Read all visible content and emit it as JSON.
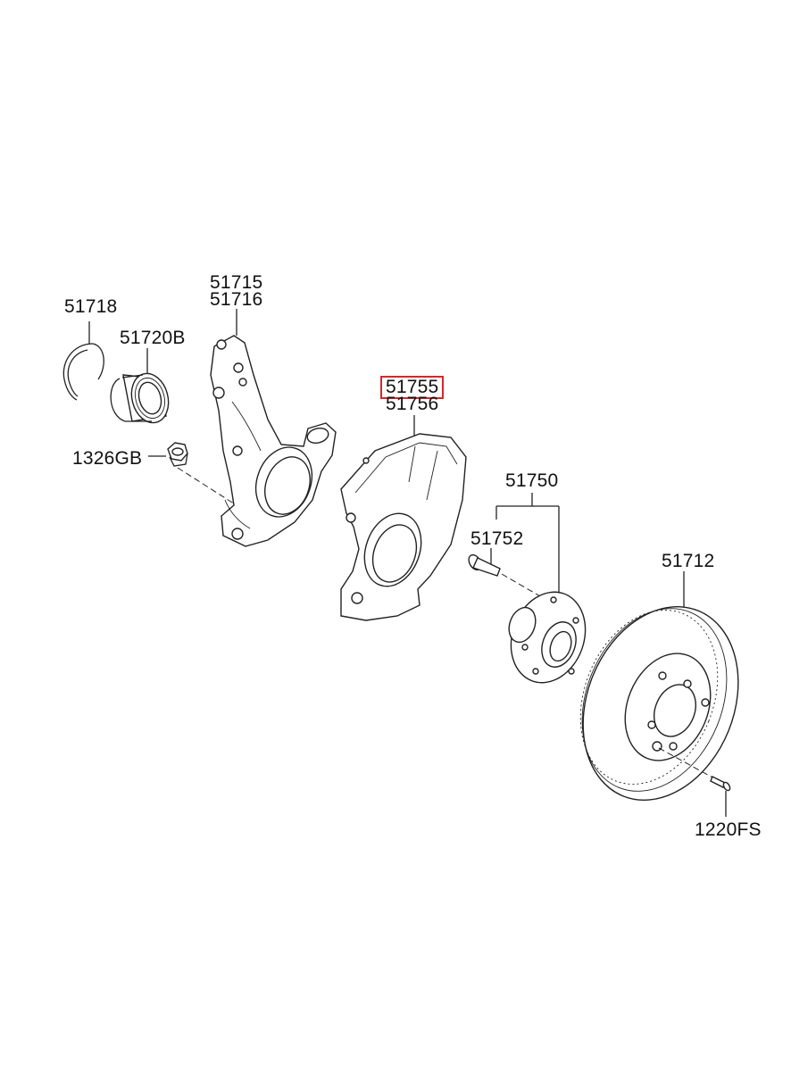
{
  "highlight_color": "#d9262b",
  "labels": {
    "snap_ring": "51718",
    "bearing": "51720B",
    "knuckle_a": "51715",
    "knuckle_b": "51716",
    "nut": "1326GB",
    "dust_cover_a": "51755",
    "dust_cover_b": "51756",
    "hub_assy": "51750",
    "hub_bolt": "51752",
    "disc": "51712",
    "disc_screw": "1220FS"
  },
  "icons": [
    "snap-ring",
    "wheel-bearing",
    "steering-knuckle",
    "flange-nut",
    "dust-cover",
    "wheel-hub",
    "hub-bolt",
    "brake-disc",
    "disc-screw"
  ]
}
